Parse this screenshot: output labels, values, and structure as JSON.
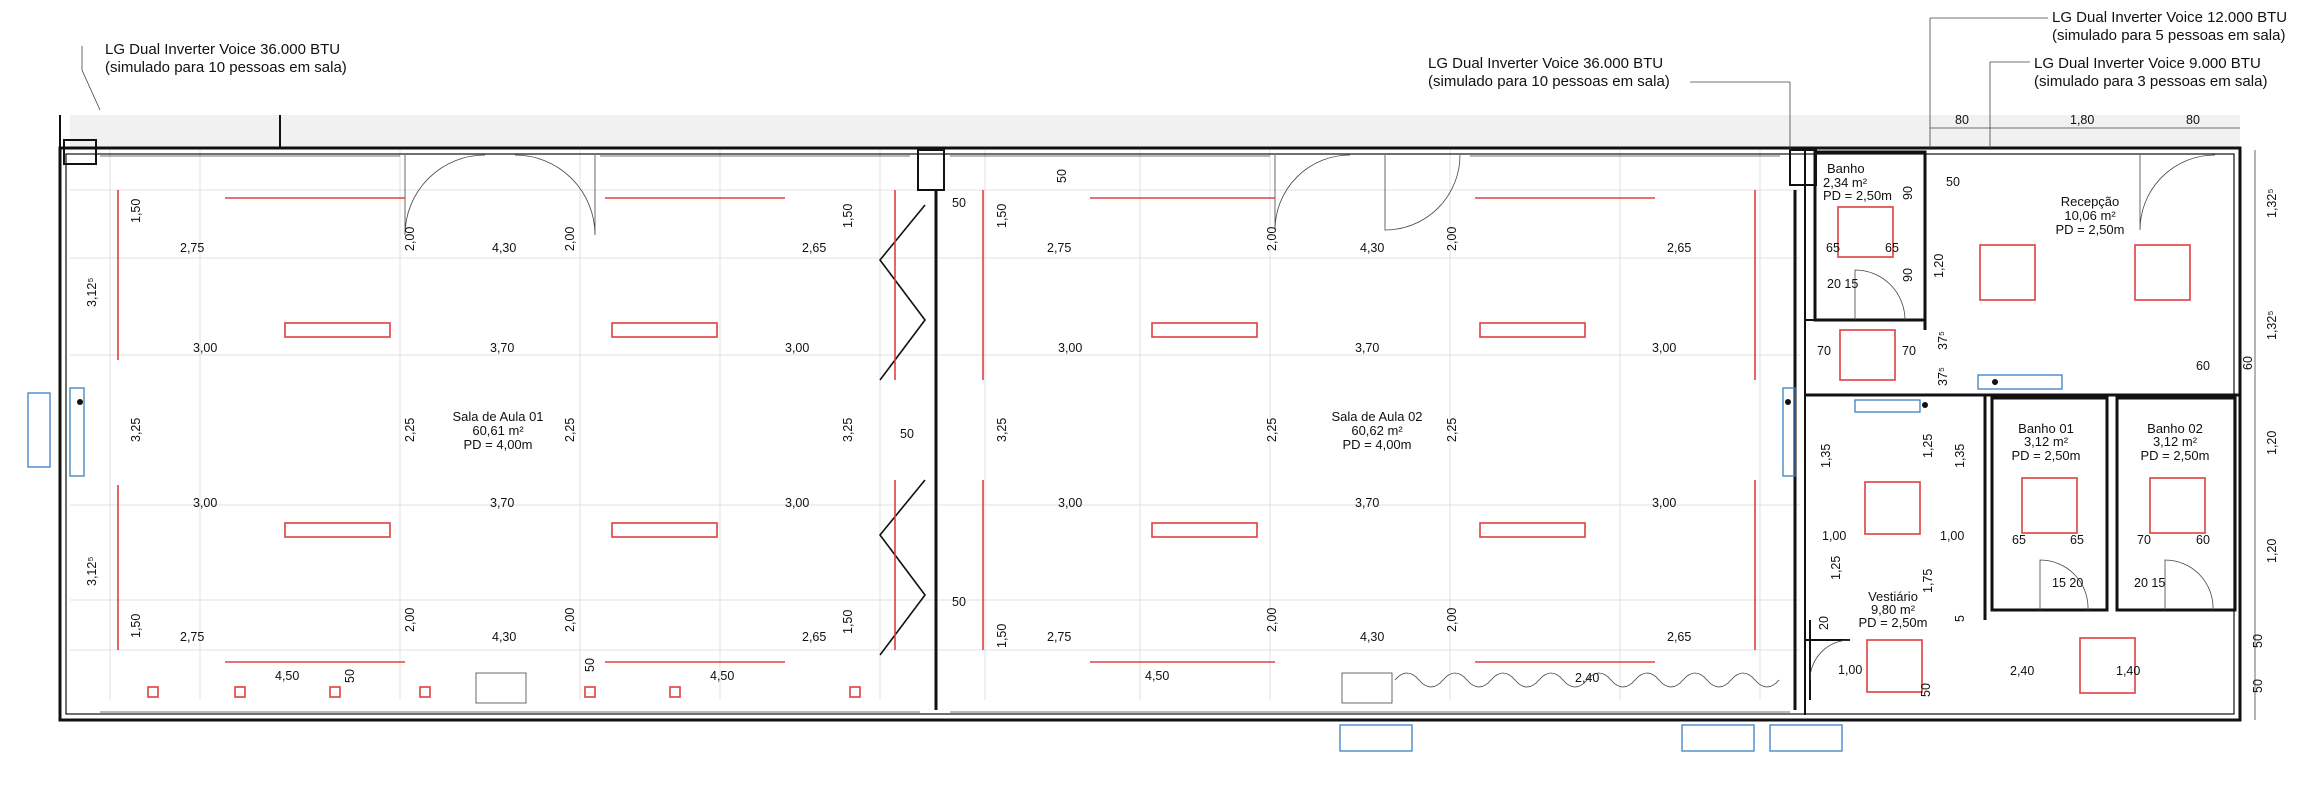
{
  "annotations": {
    "ac_left": {
      "line1": "LG Dual Inverter Voice 36.000 BTU",
      "line2": "(simulado para 10 pessoas em sala)"
    },
    "ac_center": {
      "line1": "LG Dual Inverter Voice 36.000 BTU",
      "line2": "(simulado para 10 pessoas em sala)"
    },
    "ac_right_12k": {
      "line1": "LG Dual Inverter Voice 12.000 BTU",
      "line2": "(simulado para 5 pessoas em sala)"
    },
    "ac_right_9k": {
      "line1": "LG Dual Inverter Voice 9.000 BTU",
      "line2": "(simulado para 3 pessoas em sala)"
    }
  },
  "rooms": {
    "sala01": {
      "name": "Sala de Aula 01",
      "area": "60,61 m²",
      "pd": "PD = 4,00m"
    },
    "sala02": {
      "name": "Sala de Aula 02",
      "area": "60,62 m²",
      "pd": "PD = 4,00m"
    },
    "banho": {
      "name": "Banho",
      "area": "2,34 m²",
      "pd": "PD = 2,50m"
    },
    "recepcao": {
      "name": "Recepção",
      "area": "10,06 m²",
      "pd": "PD = 2,50m"
    },
    "banho01": {
      "name": "Banho 01",
      "area": "3,12 m²",
      "pd": "PD = 2,50m"
    },
    "banho02": {
      "name": "Banho 02",
      "area": "3,12 m²",
      "pd": "PD = 2,50m"
    },
    "vestiario": {
      "name": "Vestiário",
      "area": "9,80 m²",
      "pd": "PD = 2,50m"
    }
  },
  "dimensions": {
    "top_80a": "80",
    "top_180": "1,80",
    "top_80b": "80",
    "right_132a": "1,32⁵",
    "right_132b": "1,32⁵",
    "right_60": "60",
    "right_120a": "1,20",
    "right_120b": "1,20",
    "right_50a": "50",
    "right_50b": "50",
    "s1_275a": "2,75",
    "s1_430a": "4,30",
    "s1_265a": "2,65",
    "s1_300a": "3,00",
    "s1_370a": "3,70",
    "s1_300b": "3,00",
    "s1_300c": "3,00",
    "s1_370b": "3,70",
    "s1_300d": "3,00",
    "s1_275b": "2,75",
    "s1_430b": "4,30",
    "s1_265b": "2,65",
    "s1_450": "4,50",
    "s1_50": "50",
    "s1_v150a": "1,50",
    "s1_v312a": "3,12⁵",
    "s1_v325": "3,25",
    "s1_v312b": "3,12⁵",
    "s1_v150b": "1,50",
    "s1_v200a": "2,00",
    "s1_v225": "2,25",
    "s1_v200b": "2,00",
    "s1_v200c": "2,00",
    "s1_v225b": "2,25",
    "s1_v200d": "2,00",
    "s1_v150c": "1,50",
    "s1_v325b": "3,25",
    "s1_v150d": "1,50",
    "mid_50a": "50",
    "mid_50b": "50",
    "mid_50c": "50",
    "mid_50d": "50",
    "s2_275a": "2,75",
    "s2_430a": "4,30",
    "s2_265a": "2,65",
    "s2_300a": "3,00",
    "s2_370a": "3,70",
    "s2_300b": "3,00",
    "s2_300c": "3,00",
    "s2_370b": "3,70",
    "s2_300d": "3,00",
    "s2_275b": "2,75",
    "s2_430b": "4,30",
    "s2_265b": "2,65",
    "s2_450a": "4,50",
    "s2_450b": "4,50",
    "s2_50": "50",
    "s2_v150a": "1,50",
    "s2_v325": "3,25",
    "s2_v150b": "1,50",
    "s2_v200a": "2,00",
    "s2_v225": "2,25",
    "s2_v200b": "2,00",
    "s2_v200c": "2,00",
    "s2_v225b": "2,25",
    "s2_v200d": "2,00",
    "bn_65a": "65",
    "bn_65b": "65",
    "bn_90a": "90",
    "bn_90b": "90",
    "bn_120": "1,20",
    "bn_2015": "20 15",
    "bn_50": "50",
    "c_70a": "70",
    "c_70b": "70",
    "c_375a": "37⁵",
    "c_375b": "37⁵",
    "v_135a": "1,35",
    "v_125a": "1,25",
    "v_135b": "1,35",
    "v_125b": "1,25",
    "v_100a": "1,00",
    "v_100b": "1,00",
    "v_175": "1,75",
    "v_5": "5",
    "v_20": "20",
    "v_100c": "1,00",
    "v_50": "50",
    "b1_65": "65",
    "b1_65b": "65",
    "b1_1520": "15 20",
    "b2_70": "70",
    "b2_60": "60",
    "b2_2015": "20 15",
    "r_240": "2,40",
    "r_140": "1,40"
  },
  "colors": {
    "wall": "#111111",
    "fixture_red": "#e04040",
    "ac_blue": "#3b7fc4",
    "grid": "#d9d9d9"
  }
}
